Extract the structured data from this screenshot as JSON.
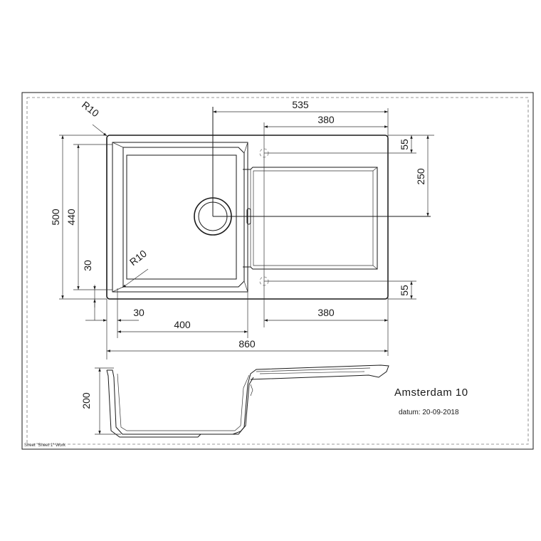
{
  "drawing": {
    "model": "Amsterdam 10",
    "date_label": "datum: 20-09-2018",
    "sheet_label": "Sheet \"Sheet 1\" Work"
  },
  "dimensions": {
    "top_535": "535",
    "top_380": "380",
    "right_55_top": "55",
    "right_250": "250",
    "right_55_bottom": "55",
    "left_500": "500",
    "left_440": "440",
    "left_30": "30",
    "bottom_30": "30",
    "bottom_400": "400",
    "bottom_380": "380",
    "bottom_860": "860",
    "radius_outer": "R10",
    "radius_inner": "R10",
    "depth_200": "200"
  }
}
